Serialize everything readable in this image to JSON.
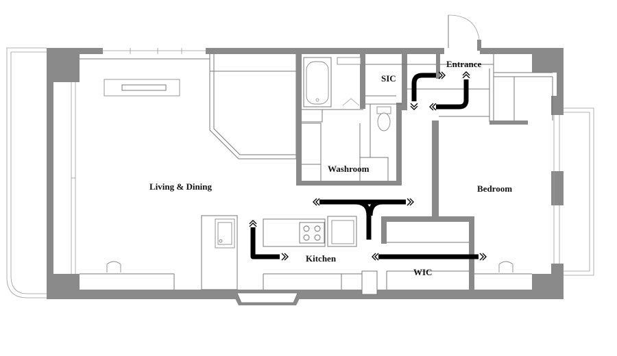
{
  "rooms": {
    "living_dining": "Living & Dining",
    "washroom": "Washroom",
    "sic": "SIC",
    "entrance": "Entrance",
    "bedroom": "Bedroom",
    "kitchen": "Kitchen",
    "wic": "WIC"
  },
  "colors": {
    "wall": "#8a8a8a",
    "line": "#777777",
    "route": "#000000",
    "background": "#ffffff"
  }
}
